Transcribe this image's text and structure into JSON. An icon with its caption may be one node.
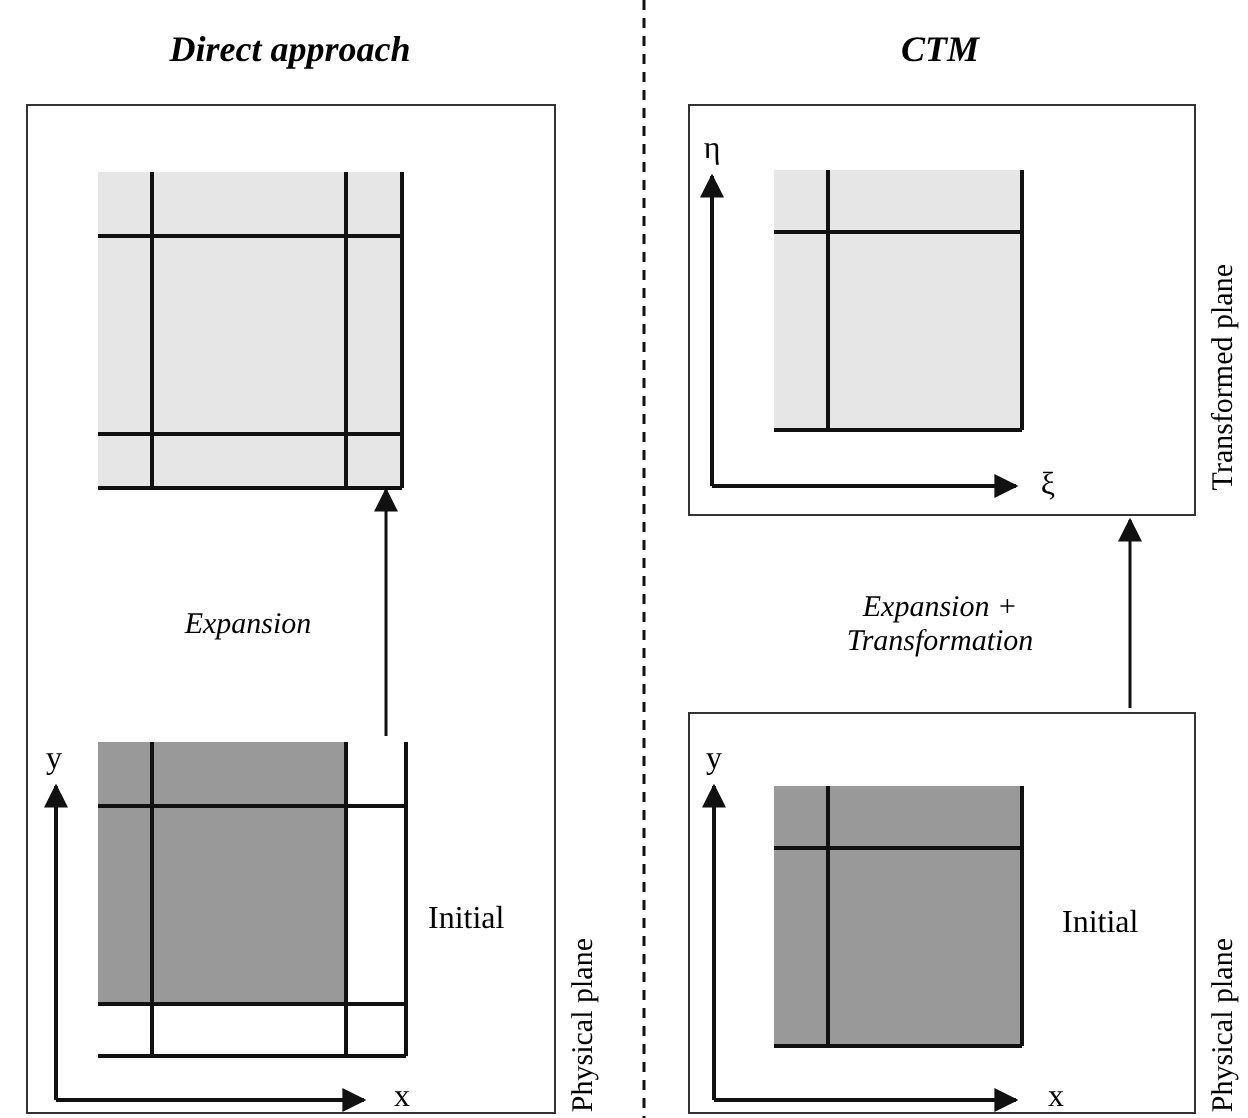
{
  "diagram": {
    "nodes": [
      {
        "text": [
          "Physical plane"
        ]
      },
      {
        "text": [],
        "shape": "box",
        "in": 0
      },
      {
        "text": [],
        "shape": "box",
        "in": 0,
        "beside": [
          "Initial"
        ]
      },
      {
        "text": [
          "Transformed plane"
        ]
      },
      {
        "text": [],
        "shape": "box",
        "in": 3
      },
      {
        "text": [
          "Physical plane"
        ]
      },
      {
        "text": [],
        "shape": "box",
        "in": 5,
        "beside": [
          "Initial"
        ]
      }
    ],
    "edges": [
      {
        "from": 2,
        "to": 1,
        "arrow": "to",
        "label": "Expansion"
      },
      {
        "from": 5,
        "to": 3,
        "arrow": "to",
        "label": "Expansion + Transformation"
      }
    ],
    "labels": [
      "Direct approach",
      "CTM",
      "η",
      "ξ",
      "y",
      "x",
      "y",
      "x"
    ]
  }
}
